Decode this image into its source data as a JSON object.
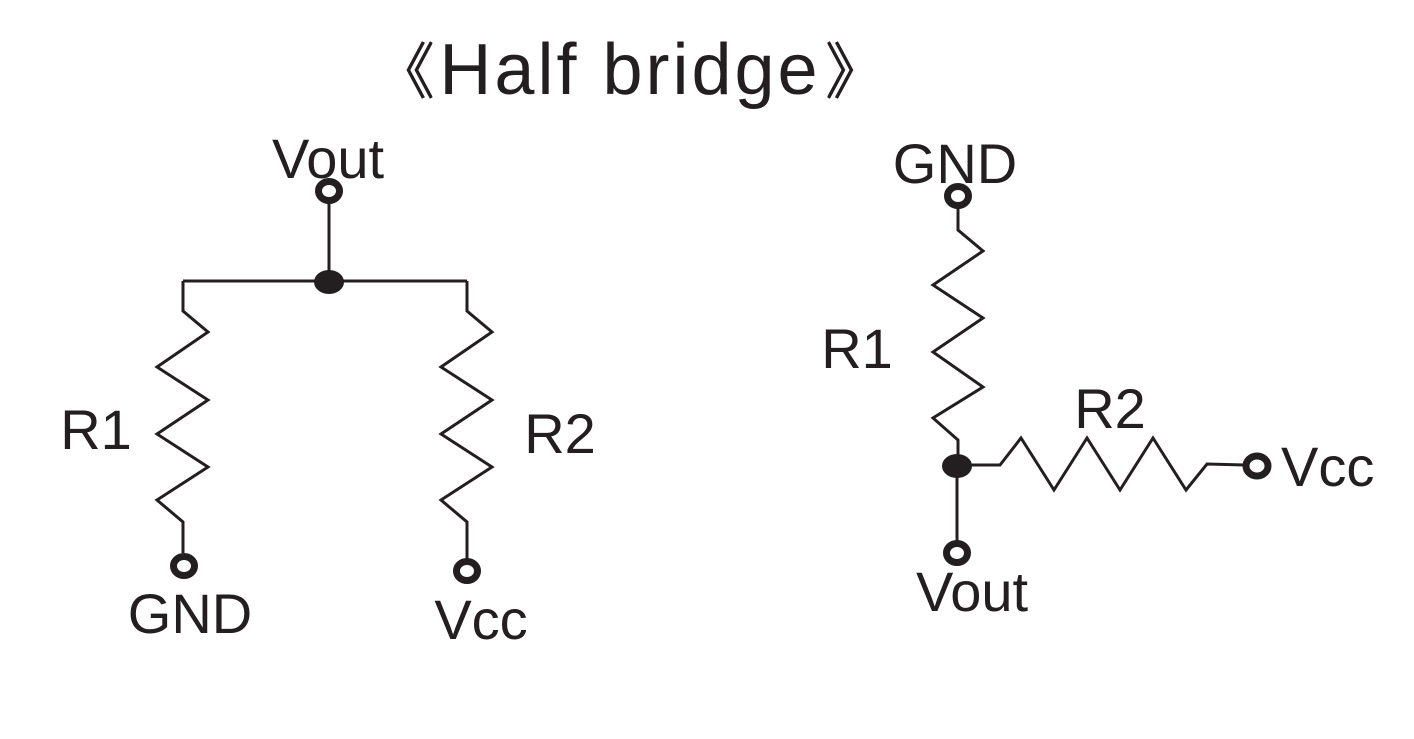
{
  "title": {
    "full": "《Half bridge》",
    "text": "Half bridge",
    "left_bracket": "《",
    "right_bracket": "》"
  },
  "colors": {
    "ink": "#231f20",
    "background": "#ffffff"
  },
  "left_circuit": {
    "description": "Half bridge drawn as two parallel vertical resistors joined at a top node",
    "labels": {
      "vout": "Vout",
      "r1": "R1",
      "r2": "R2",
      "gnd": "GND",
      "vcc": "Vcc"
    }
  },
  "right_circuit": {
    "description": "Same half bridge drawn in an L shape: vertical R1 from GND, horizontal R2 to Vcc, Vout tapped at the junction",
    "labels": {
      "gnd": "GND",
      "r1": "R1",
      "r2": "R2",
      "vcc": "Vcc",
      "vout": "Vout"
    }
  }
}
